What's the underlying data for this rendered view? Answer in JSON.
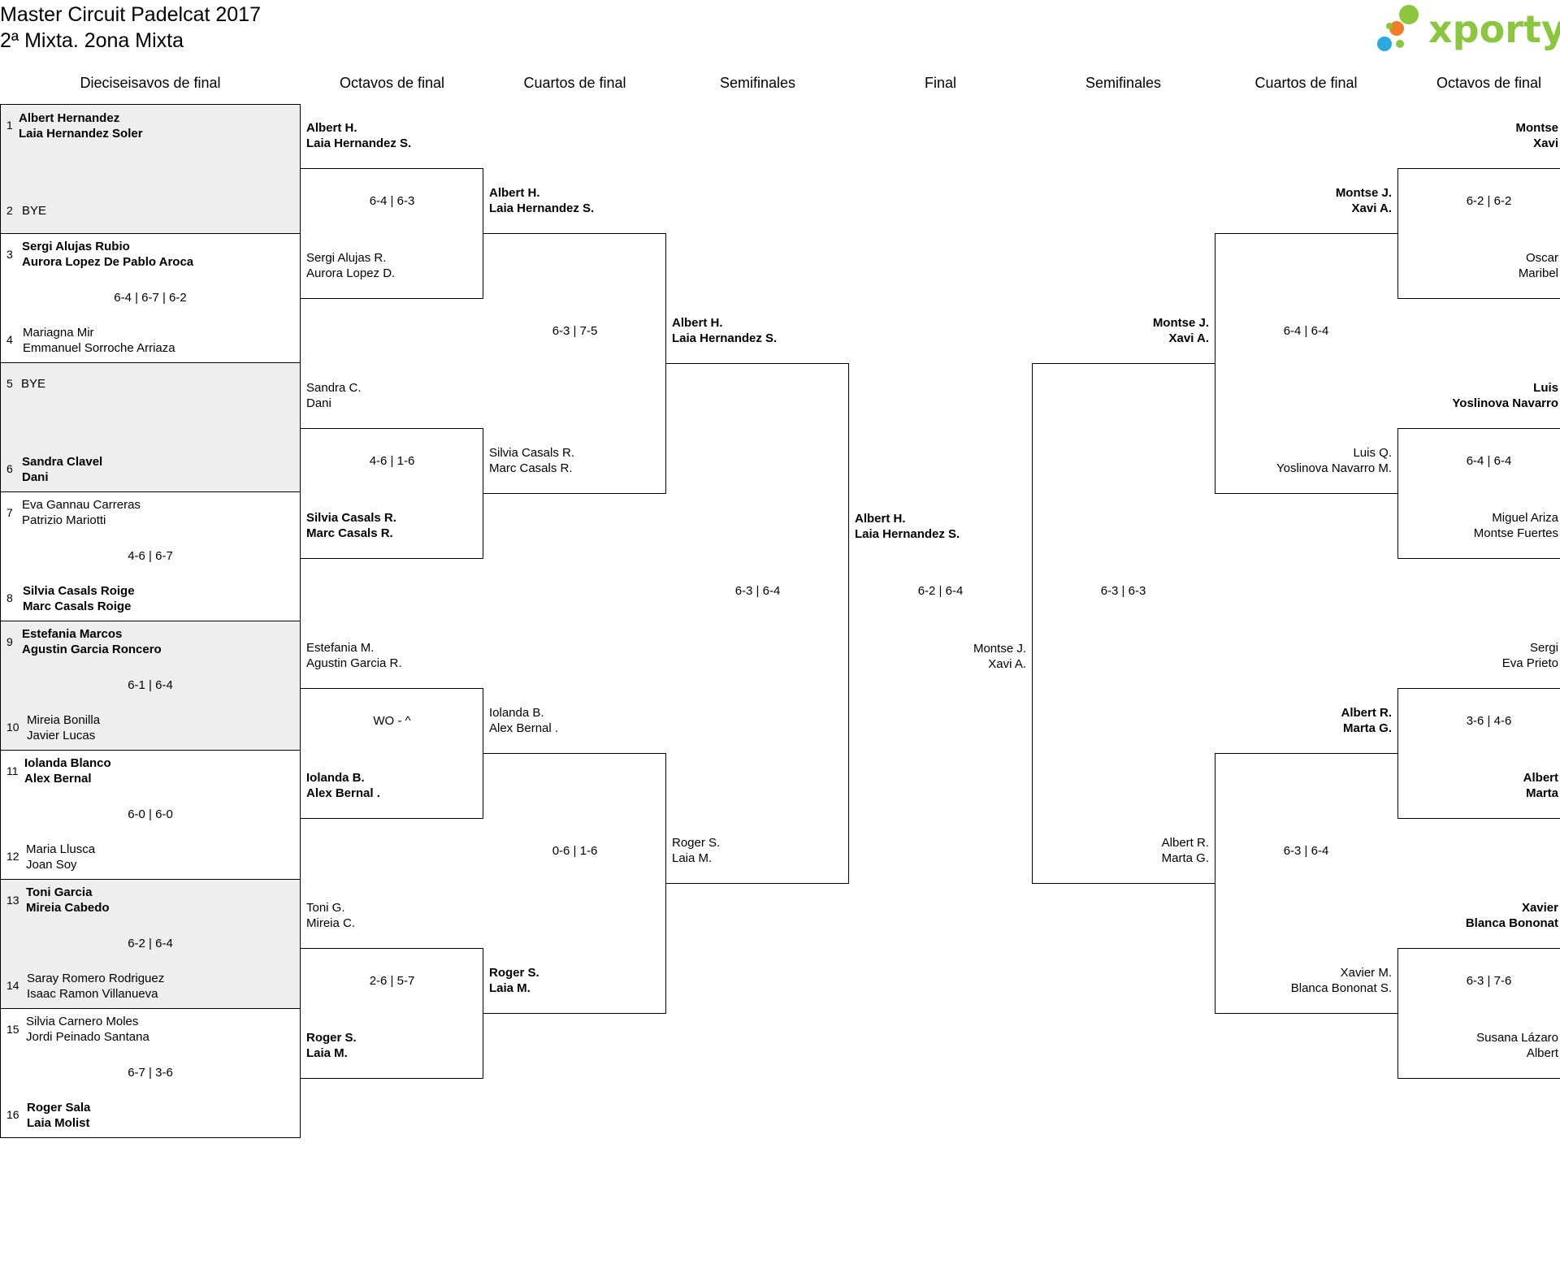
{
  "header": {
    "title": "Master Circuit Padelcat 2017",
    "subtitle": "2ª Mixta. 2ona Mixta"
  },
  "logo": {
    "text": "xporty",
    "icon": "xporty-dots-logo",
    "colors": [
      "#8cc63f",
      "#f07e26",
      "#29a9e0"
    ]
  },
  "round_headers": {
    "r32": "Dieciseisavos de final",
    "r16_left": "Octavos de final",
    "qf_left": "Cuartos de final",
    "sf_left": "Semifinales",
    "final": "Final",
    "sf_right": "Semifinales",
    "qf_right": "Cuartos de final",
    "r16_right": "Octavos de final"
  },
  "r32": [
    {
      "s1": "1",
      "a1": "Albert Hernandez",
      "b1": "Laia Hernandez Soler",
      "s2": "2",
      "a2": "BYE",
      "b2": "",
      "score": ""
    },
    {
      "s1": "3",
      "a1": "Sergi Alujas Rubio",
      "b1": "Aurora Lopez De Pablo Aroca",
      "s2": "4",
      "a2": "Mariagna Mir",
      "b2": "Emmanuel Sorroche Arriaza",
      "score": "6-4 | 6-7 | 6-2"
    },
    {
      "s1": "5",
      "a1": "BYE",
      "b1": "",
      "s2": "6",
      "a2": "Sandra Clavel",
      "b2": "Dani",
      "score": ""
    },
    {
      "s1": "7",
      "a1": "Eva Gannau Carreras",
      "b1": "Patrizio Mariotti",
      "s2": "8",
      "a2": "Silvia Casals Roige",
      "b2": "Marc Casals Roige",
      "score": "4-6 | 6-7"
    },
    {
      "s1": "9",
      "a1": "Estefania Marcos",
      "b1": "Agustin Garcia Roncero",
      "s2": "10",
      "a2": "Mireia Bonilla",
      "b2": "Javier Lucas",
      "score": "6-1 | 6-4"
    },
    {
      "s1": "11",
      "a1": "Iolanda Blanco",
      "b1": "Alex Bernal",
      "s2": "12",
      "a2": "Maria Llusca",
      "b2": "Joan Soy",
      "score": "6-0 | 6-0"
    },
    {
      "s1": "13",
      "a1": "Toni Garcia",
      "b1": "Mireia Cabedo",
      "s2": "14",
      "a2": "Saray Romero Rodriguez",
      "b2": "Isaac Ramon Villanueva",
      "score": "6-2 | 6-4"
    },
    {
      "s1": "15",
      "a1": "Silvia Carnero Moles",
      "b1": "Jordi Peinado Santana",
      "s2": "16",
      "a2": "Roger Sala",
      "b2": "Laia Molist",
      "score": "6-7 | 3-6"
    }
  ],
  "r16_left": [
    {
      "a1": "Albert H.",
      "b1": "Laia Hernandez S.",
      "a2": "Sergi Alujas R.",
      "b2": "Aurora Lopez D.",
      "score": "6-4 | 6-3"
    },
    {
      "a1": "Sandra C.",
      "b1": "Dani",
      "a2": "Silvia Casals R.",
      "b2": "Marc Casals R.",
      "score": "4-6 | 1-6"
    },
    {
      "a1": "Estefania M.",
      "b1": "Agustin Garcia R.",
      "a2": "Iolanda B.",
      "b2": "Alex Bernal .",
      "score": "WO - ^"
    },
    {
      "a1": "Toni G.",
      "b1": "Mireia C.",
      "a2": "Roger S.",
      "b2": "Laia M.",
      "score": "2-6 | 5-7"
    }
  ],
  "qf_left": [
    {
      "a1": "Albert H.",
      "b1": "Laia Hernandez S.",
      "a2": "Silvia Casals R.",
      "b2": "Marc Casals R.",
      "score": "6-3 | 7-5"
    },
    {
      "a1": "Iolanda B.",
      "b1": "Alex Bernal .",
      "a2": "Roger S.",
      "b2": "Laia M.",
      "score": "0-6 | 1-6"
    }
  ],
  "sf_left": {
    "a1": "Albert H.",
    "b1": "Laia Hernandez S.",
    "a2": "Roger S.",
    "b2": "Laia M.",
    "score": "6-3 | 6-4"
  },
  "final": {
    "a1": "Albert H.",
    "b1": "Laia Hernandez S.",
    "a2": "Montse J.",
    "b2": "Xavi A.",
    "score": "6-2 | 6-4"
  },
  "sf_right": {
    "a1": "Montse J.",
    "b1": "Xavi A.",
    "a2": "Albert R.",
    "b2": "Marta G.",
    "score": "6-3 | 6-3"
  },
  "qf_right": [
    {
      "a1": "Montse J.",
      "b1": "Xavi A.",
      "a2": "Luis Q.",
      "b2": "Yoslinova Navarro M.",
      "score": "6-4 | 6-4"
    },
    {
      "a1": "Albert R.",
      "b1": "Marta G.",
      "a2": "Xavier M.",
      "b2": "Blanca Bononat S.",
      "score": "6-3 | 6-4"
    }
  ],
  "r16_right": [
    {
      "a1": "Montse",
      "b1": "Xavi",
      "a2": "Oscar",
      "b2": "Maribel",
      "score": "6-2 | 6-2"
    },
    {
      "a1": "Luis",
      "b1": "Yoslinova Navarro",
      "a2": "Miguel Ariza",
      "b2": "Montse Fuertes",
      "score": "6-4 | 6-4"
    },
    {
      "a1": "Sergi",
      "b1": "Eva Prieto",
      "a2": "Albert",
      "b2": "Marta",
      "score": "3-6 | 4-6"
    },
    {
      "a1": "Xavier",
      "b1": "Blanca Bononat",
      "a2": "Susana Lázaro",
      "b2": "Albert",
      "score": "6-3 | 7-6"
    }
  ]
}
